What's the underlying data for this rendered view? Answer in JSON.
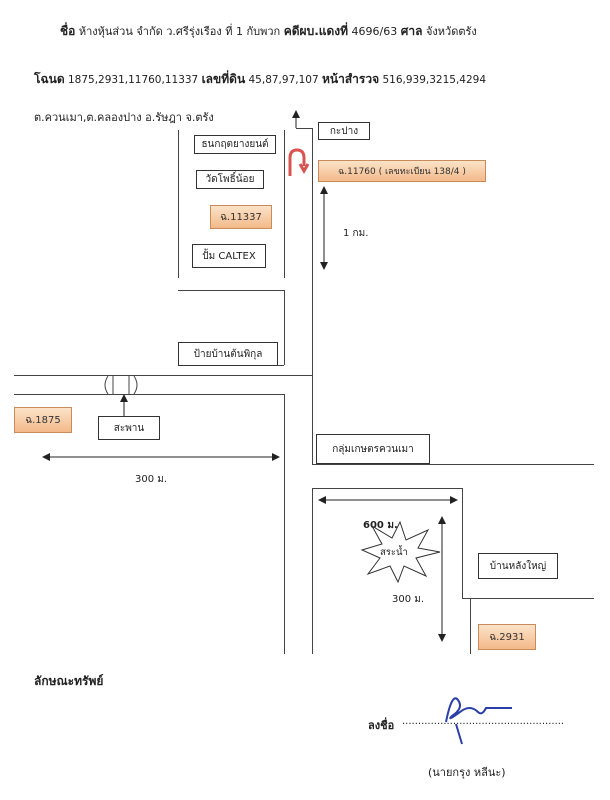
{
  "header": {
    "line1_key": "ชื่อ",
    "line1_text": "ห้างหุ้นส่วน จำกัด ว.ศรีรุ่งเรือง  ที่ 1 กับพวก",
    "line1_case_key": "คดีผบ.แดงที่",
    "line1_case_no": "4696/63",
    "line1_court_key": "ศาล",
    "line1_court": "จังหวัดตรัง",
    "line2_key": "โฉนด",
    "line2_deeds": "1875,2931,11760,11337",
    "line2_land_key": "เลขที่ดิน",
    "line2_land": "45,87,97,107",
    "line2_survey_key": "หน้าสำรวจ",
    "line2_survey": "516,939,3215,4294",
    "line3": "ต.ควนเมา,ต.คลองปาง อ.รัษฎา  จ.ตรัง"
  },
  "map": {
    "kraprang": "กะปาง",
    "car_shop": "ธนกฤตยางยนต์",
    "temple": "วัดโพธิ์น้อย",
    "lot_11337": "ฉ.11337",
    "caltex": "ปั้ม CALTEX",
    "lot_11760": "ฉ.11760 ( เลขทะเบียน 138/4 )",
    "dist_1km": "1 กม.",
    "bus_stop": "ป้ายบ้านต้นพิกุล",
    "lot_1875": "ฉ.1875",
    "bridge": "สะพาน",
    "dist_300_left": "300 ม.",
    "farmers": "กลุ่มเกษตรควนเมา",
    "dist_600": "600 ม.",
    "pond": "สระน้ำ",
    "big_house": "บ้านหลังใหญ่",
    "dist_300_right": "300 ม.",
    "lot_2931": "ฉ.2931"
  },
  "footer": {
    "property_heading": "ลักษณะทรัพย์",
    "sign_label": "ลงชื่อ",
    "sign_dots": "...................................................",
    "signer": "(นายกรุง    หลีนะ)"
  }
}
